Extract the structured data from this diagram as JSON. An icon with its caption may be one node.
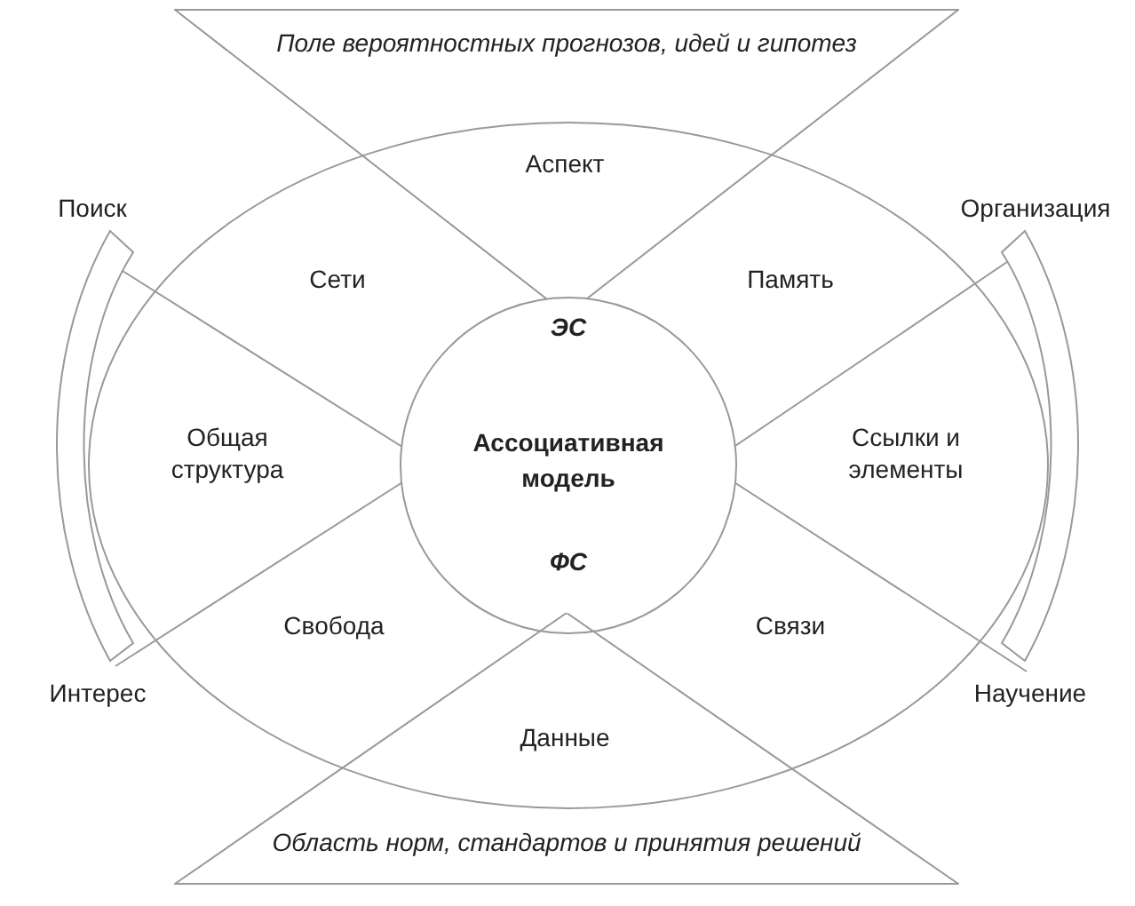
{
  "diagram": {
    "nodes": [
      {
        "text": [
          "Поле вероятностных прогнозов, идей и гипотез"
        ]
      },
      {
        "text": [
          "ЭС",
          "Ассоциативная модель",
          "ФС"
        ]
      },
      {
        "text": [
          "Область норм, стандартов и принятия решений"
        ]
      }
    ],
    "labels": [
      "Аспект",
      "Поиск",
      "Организация",
      "Сети",
      "Память",
      "Общая структура",
      "Ссылки и элементы",
      "Свобода",
      "Связи",
      "Интерес",
      "Научение",
      "Данные"
    ]
  }
}
